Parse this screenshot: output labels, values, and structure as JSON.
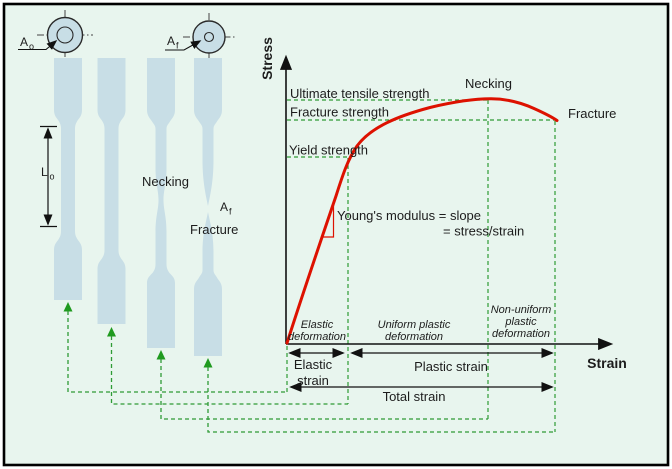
{
  "colors": {
    "background": "#e8f5ee",
    "specimen_fill": "#c8dee6",
    "curve_red": "#dd1100",
    "dashed_green": "#2e9b35",
    "crosshair_gray": "#444444",
    "axis_black": "#111111",
    "border_black": "#000000"
  },
  "specimen_panel": {
    "original_area_label": {
      "main": "A",
      "sub": "o"
    },
    "final_area_top_label": {
      "main": "A",
      "sub": "f"
    },
    "gauge_length_label": {
      "main": "L",
      "sub": "o"
    },
    "necking_label": "Necking",
    "final_area_specimen_label": {
      "main": "A",
      "sub": "f"
    },
    "fracture_label": "Fracture"
  },
  "chart": {
    "stress_axis_label": "Stress",
    "strain_axis_label": "Strain",
    "uts_label": "Ultimate tensile strength",
    "fracture_strength_label": "Fracture strength",
    "yield_strength_label": "Yield strength",
    "necking_label": "Necking",
    "fracture_label": "Fracture",
    "modulus_line1": "Young's modulus = slope",
    "modulus_line2": "= stress/strain",
    "region_elastic_line1": "Elastic",
    "region_elastic_line2": "deformation",
    "region_uniform_line1": "Uniform plastic",
    "region_uniform_line2": "deformation",
    "region_nonuniform_line1": "Non-uniform",
    "region_nonuniform_line2": "plastic",
    "region_nonuniform_line3": "deformation",
    "elastic_strain_line1": "Elastic",
    "elastic_strain_line2": "strain",
    "plastic_strain_label": "Plastic strain",
    "total_strain_label": "Total strain"
  },
  "chart_data": {
    "type": "line",
    "title": "Schematic engineering stress-strain curve (no numeric scales shown)",
    "xlabel": "Strain",
    "ylabel": "Stress",
    "x_range_normalized": [
      0,
      1
    ],
    "y_range_normalized": [
      0,
      1
    ],
    "grid": false,
    "legend": "none",
    "series": [
      {
        "name": "stress-strain curve",
        "x": [
          0,
          0.046,
          0.107,
          0.149,
          0.186,
          0.238,
          0.314,
          0.406,
          0.497,
          0.573,
          0.622,
          0.695,
          0.756,
          0.796,
          0.823
        ],
        "y": [
          0,
          0.162,
          0.364,
          0.505,
          0.636,
          0.708,
          0.759,
          0.797,
          0.821,
          0.835,
          0.839,
          0.833,
          0.808,
          0.789,
          0.765
        ]
      }
    ],
    "key_points": {
      "yield_strength": {
        "strain": 0.19,
        "stress": 0.64
      },
      "ultimate_tensile_strength_necking": {
        "strain": 0.62,
        "stress": 0.84
      },
      "fracture": {
        "strain": 0.82,
        "stress": 0.77
      }
    },
    "annotations": [
      "Ultimate tensile strength",
      "Fracture strength",
      "Yield strength",
      "Necking",
      "Fracture",
      "Young's modulus = slope = stress/strain",
      "Elastic deformation",
      "Uniform plastic deformation",
      "Non-uniform plastic deformation",
      "Elastic strain",
      "Plastic strain",
      "Total strain"
    ]
  }
}
